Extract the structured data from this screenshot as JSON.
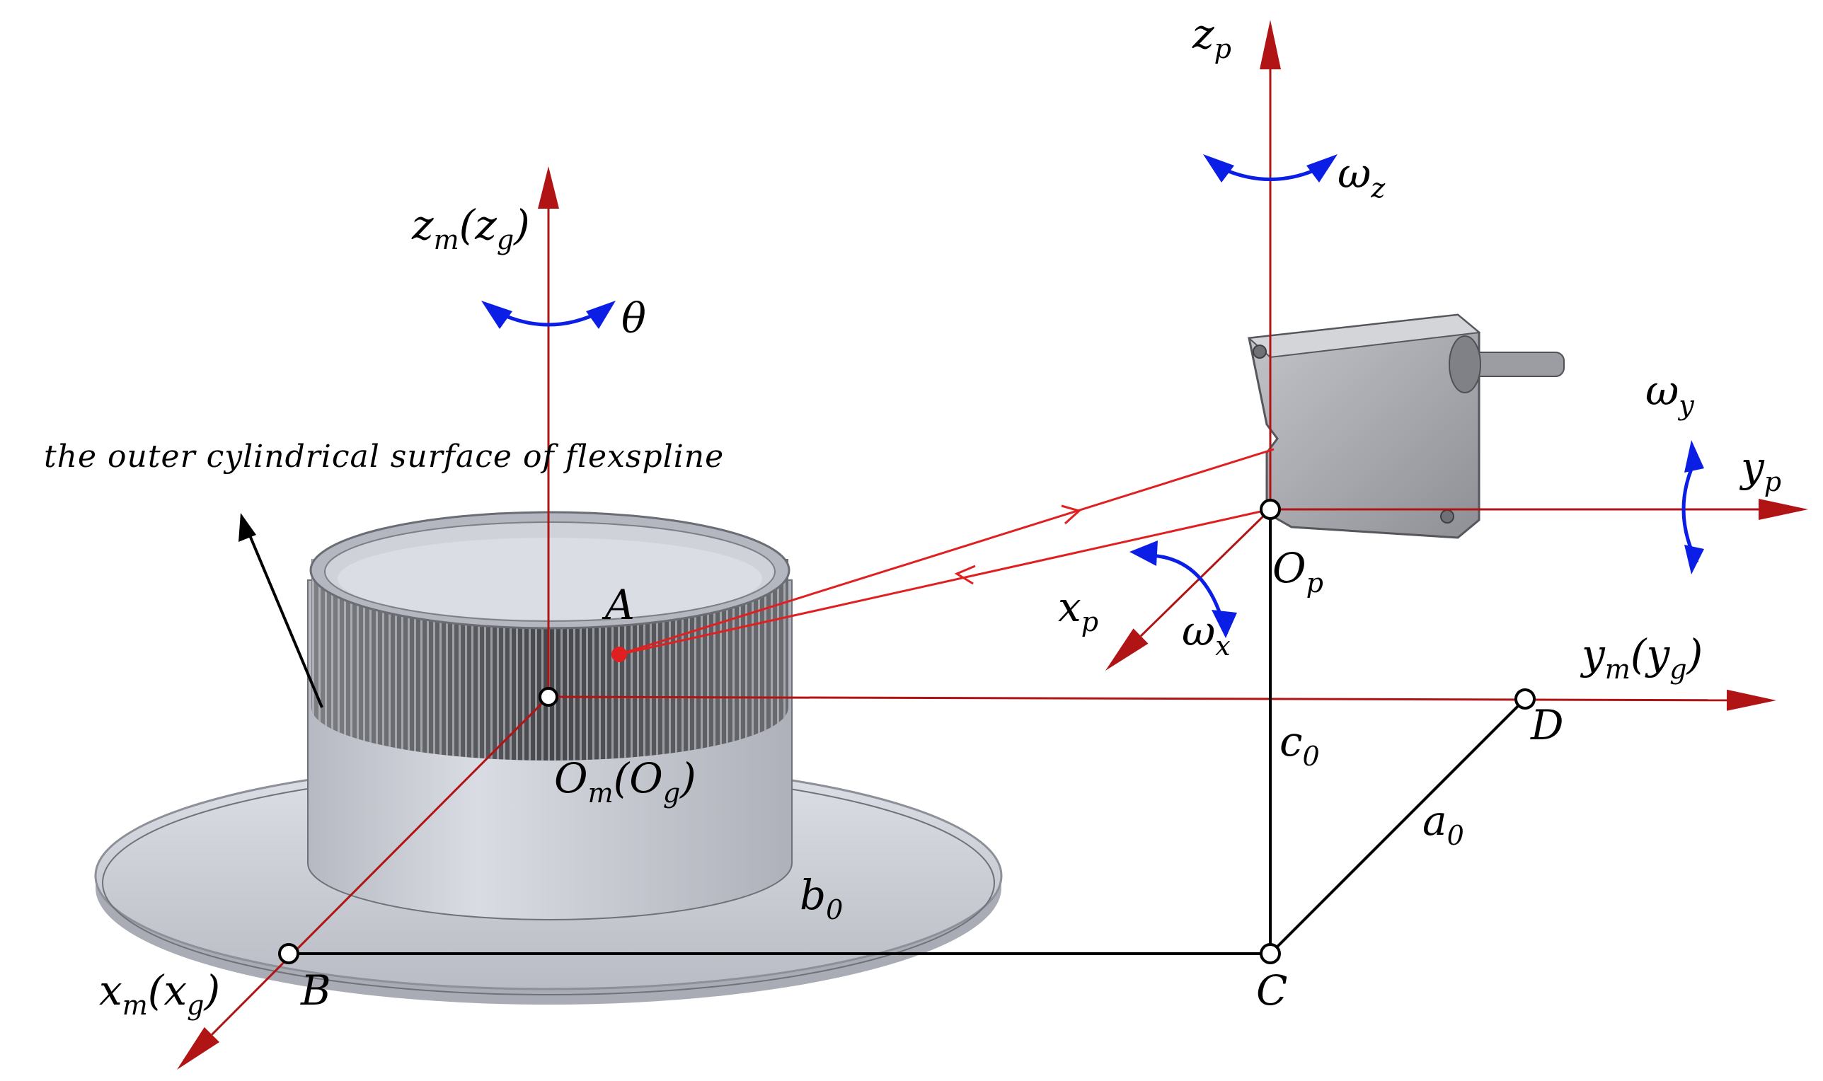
{
  "colors": {
    "axis_red": "#b01414",
    "beam_red": "#e02020",
    "rotation_blue": "#0a1ee6",
    "dimension_black": "#000000",
    "part_gray": "#c9ccd3",
    "teeth_gray": "#5a5c62",
    "sensor_gray": "#a7a9ae"
  },
  "annotation": {
    "text": "the outer cylindrical  surface of flexspline"
  },
  "axes": {
    "zm": {
      "main": "z",
      "sub1": "m",
      "paren_open": "(",
      "main2": "z",
      "sub2": "g",
      "paren_close": ")"
    },
    "xm": {
      "main": "x",
      "sub1": "m",
      "paren_open": "(",
      "main2": "x",
      "sub2": "g",
      "paren_close": ")"
    },
    "ym": {
      "main": "y",
      "sub1": "m",
      "paren_open": "(",
      "main2": "y",
      "sub2": "g",
      "paren_close": ")"
    },
    "om": {
      "main": "O",
      "sub1": "m",
      "paren_open": "(",
      "main2": "O",
      "sub2": "g",
      "paren_close": ")"
    },
    "zp": {
      "main": "z",
      "sub": "p"
    },
    "yp": {
      "main": "y",
      "sub": "p"
    },
    "xp": {
      "main": "x",
      "sub": "p"
    },
    "op": {
      "main": "O",
      "sub": "p"
    }
  },
  "rotations": {
    "theta": "θ",
    "omega_z": {
      "main": "ω",
      "sub": "z"
    },
    "omega_y": {
      "main": "ω",
      "sub": "y"
    },
    "omega_x": {
      "main": "ω",
      "sub": "x"
    }
  },
  "points": {
    "A": "A",
    "B": "B",
    "C": "C",
    "D": "D"
  },
  "dimensions": {
    "a0": {
      "main": "a",
      "sub": "0"
    },
    "b0": {
      "main": "b",
      "sub": "0"
    },
    "c0": {
      "main": "c",
      "sub": "0"
    }
  }
}
